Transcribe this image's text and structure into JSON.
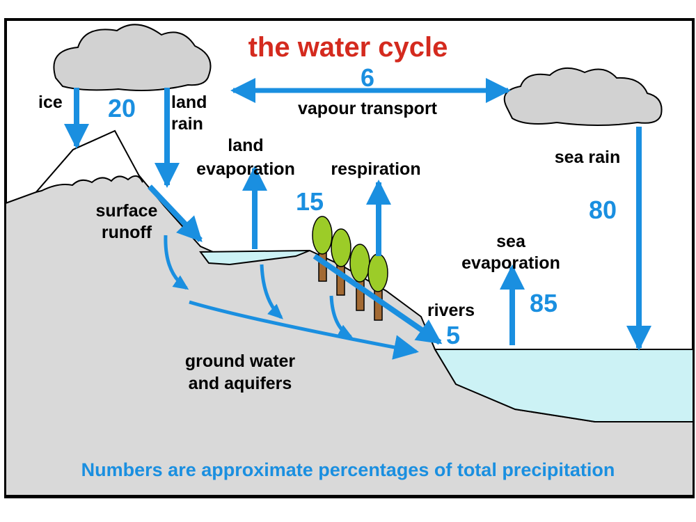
{
  "title": "the water cycle",
  "footer": "Numbers are approximate percentages of total precipitation",
  "labels": {
    "ice": "ice",
    "land_rain_1": "land",
    "land_rain_2": "rain",
    "vapour_transport": "vapour transport",
    "land_evaporation_1": "land",
    "land_evaporation_2": "evaporation",
    "respiration": "respiration",
    "sea_rain": "sea rain",
    "surface_runoff_1": "surface",
    "surface_runoff_2": "runoff",
    "sea_evaporation_1": "sea",
    "sea_evaporation_2": "evaporation",
    "rivers": "rivers",
    "ground_water_1": "ground water",
    "ground_water_2": "and aquifers"
  },
  "values": {
    "vapour_transport": "6",
    "ice_land_rain": "20",
    "land_evaporation_respiration": "15",
    "sea_rain": "80",
    "sea_evaporation": "85",
    "rivers": "5"
  },
  "colors": {
    "title": "#d42a1e",
    "arrow": "#1a8fe0",
    "land": "#d9d9d9",
    "water": "#ccf2f5",
    "cloud": "#d2d2d2",
    "tree_foliage": "#9ccc28",
    "tree_trunk": "#a36a33",
    "border": "#000000"
  }
}
